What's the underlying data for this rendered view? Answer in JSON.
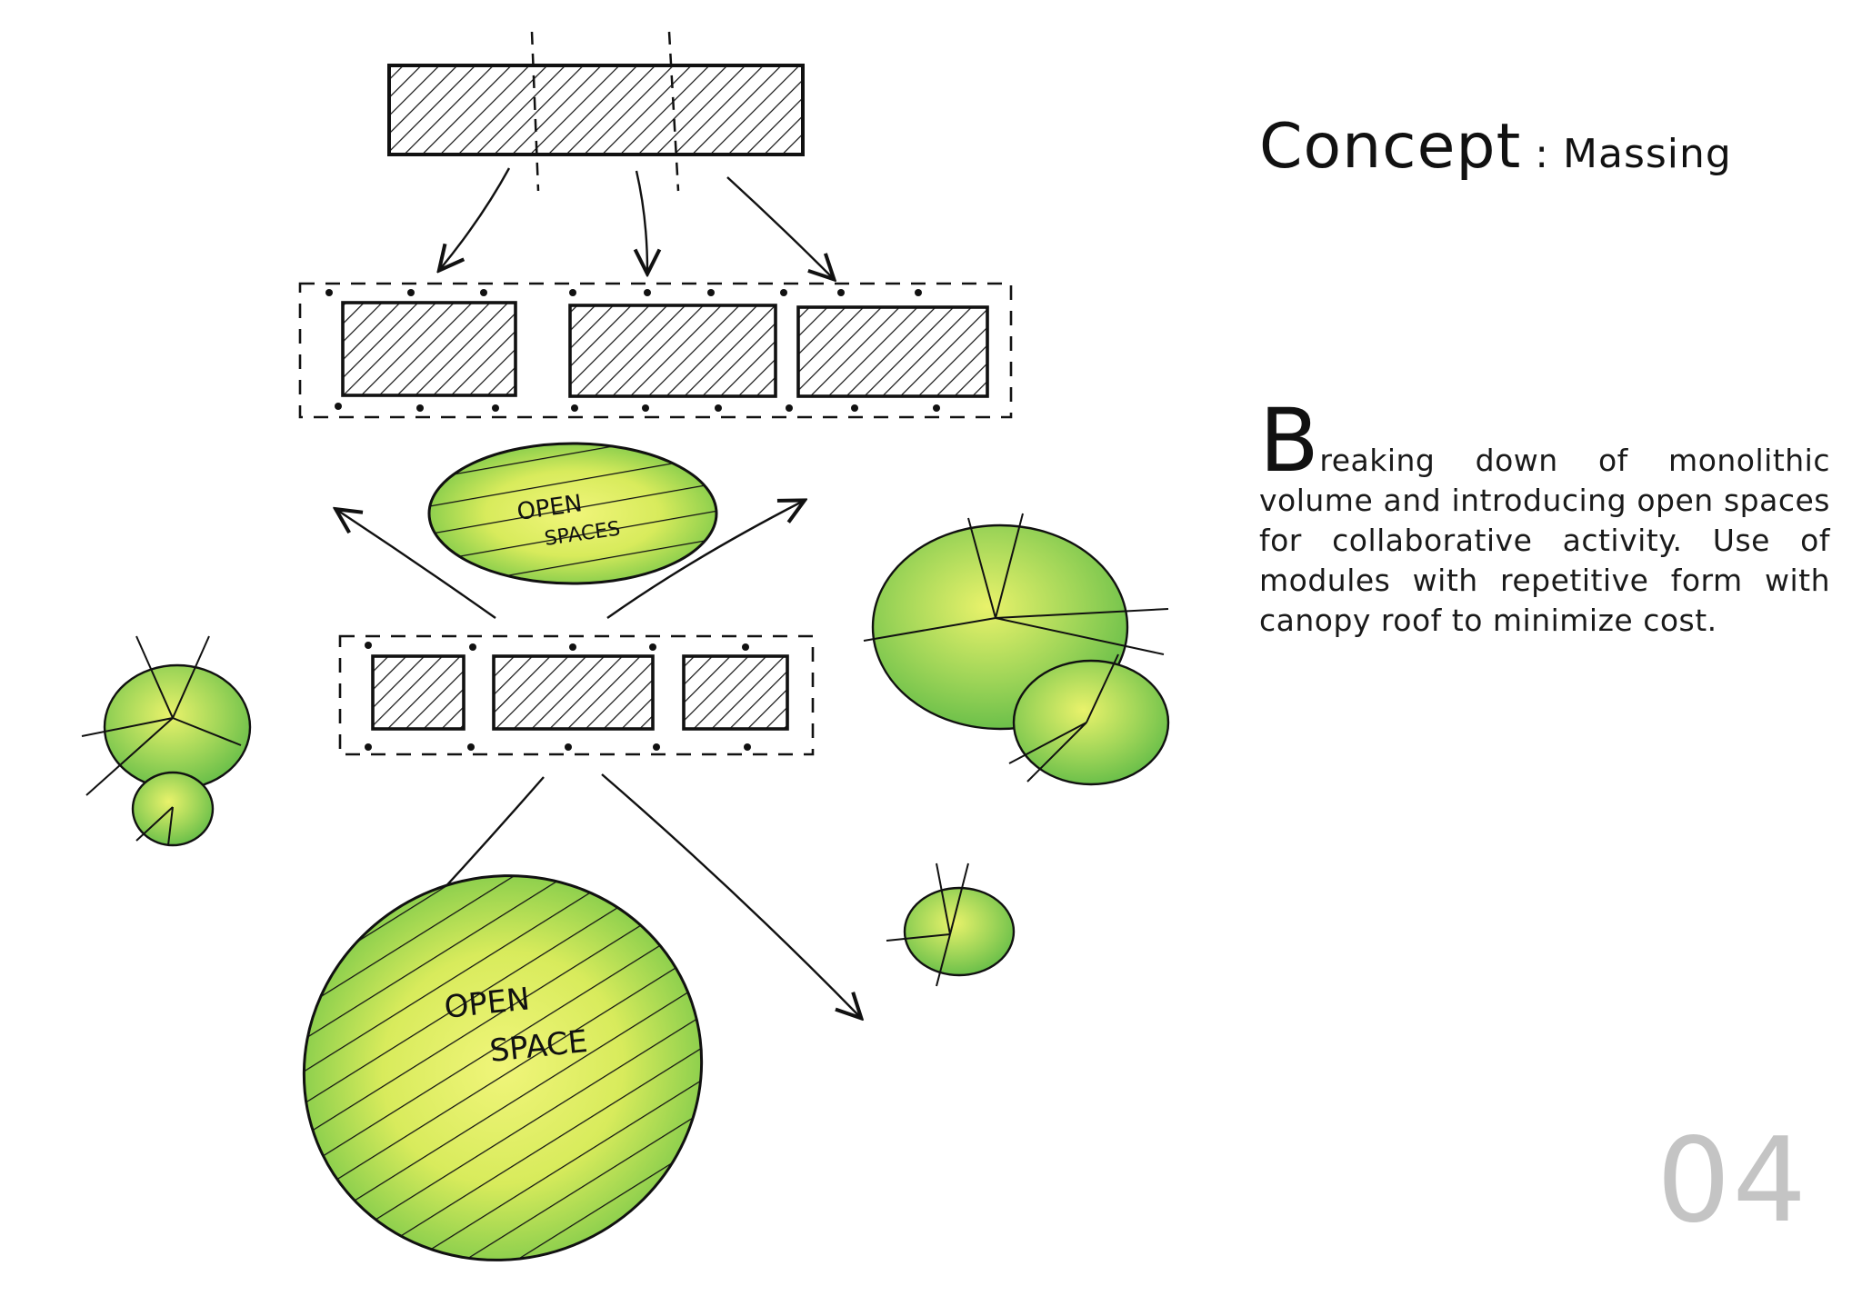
{
  "title": {
    "main": "Concept",
    "sub": " : Massing"
  },
  "description": {
    "dropcap": "B",
    "text": "reaking down of monolithic volume and introducing open spaces for collaborative activity. Use of modules with repetitive form with canopy roof to minimize cost."
  },
  "sketch": {
    "label_open_spaces_line1": "OPEN",
    "label_open_spaces_line2": "SPACES",
    "label_open_space_line1": "OPEN",
    "label_open_space_line2": "SPACE"
  },
  "page_number": "04",
  "colors": {
    "ink": "#111111",
    "green": "#7cc94a",
    "yellow": "#e6ef6a",
    "page_number": "#c4c4c4"
  }
}
